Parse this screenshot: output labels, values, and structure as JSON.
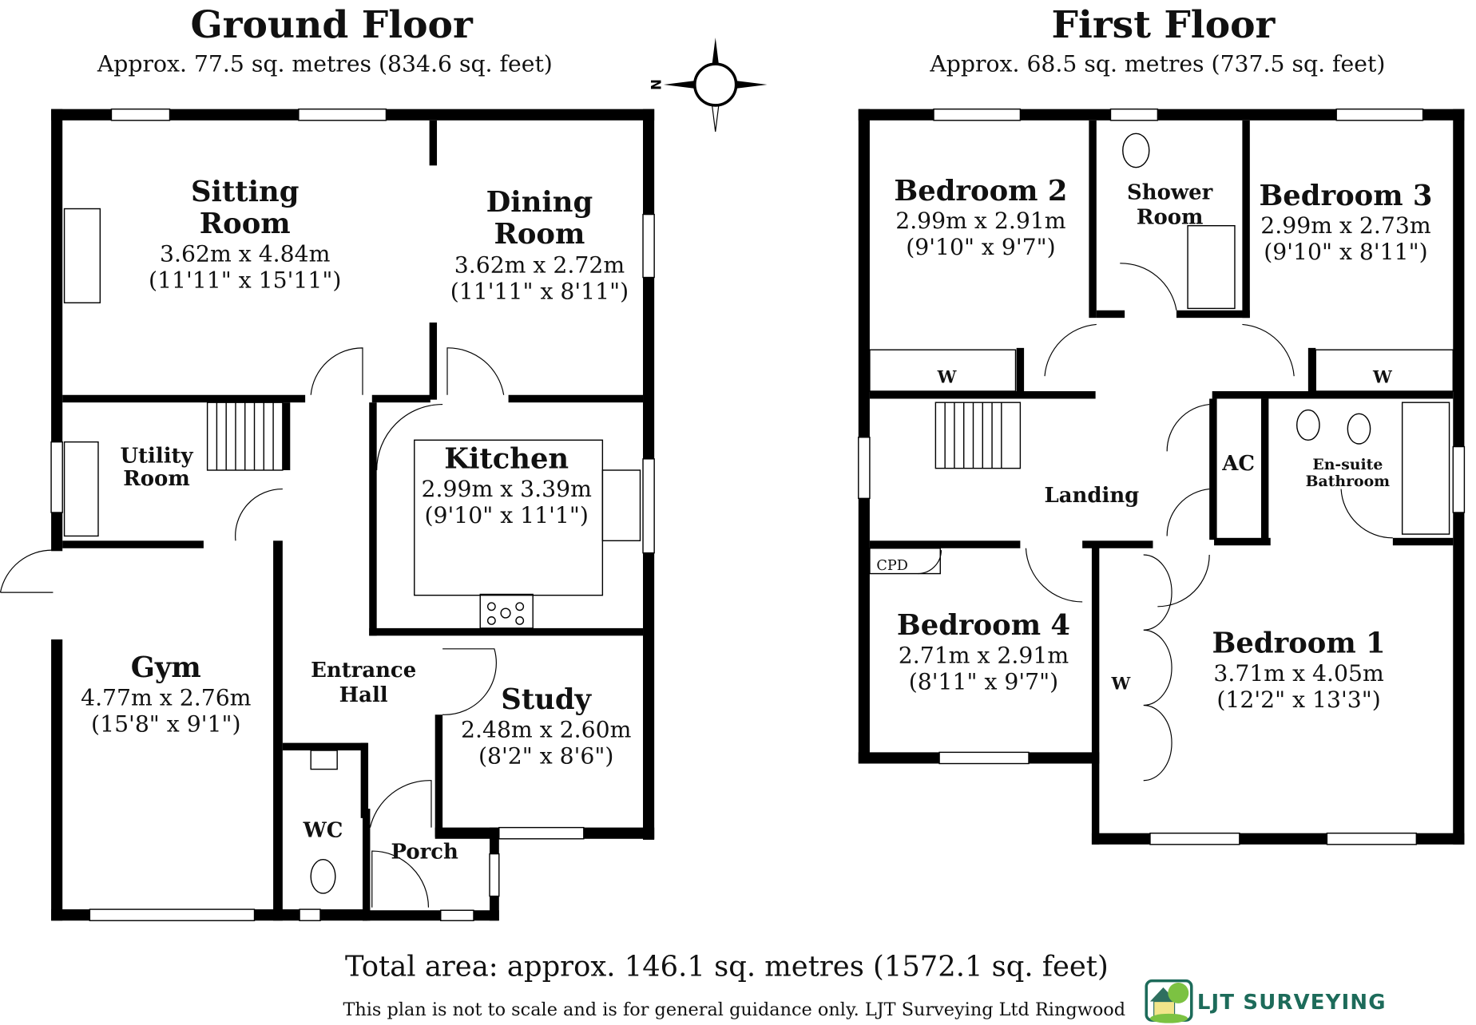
{
  "ground_floor": {
    "title": "Ground Floor",
    "area": "Approx. 77.5 sq. metres (834.6 sq. feet)",
    "rooms": [
      {
        "name": "Sitting",
        "name2": "Room",
        "dims_m": "3.62m x 4.84m",
        "dims_ft": "(11'11\" x 15'11\")"
      },
      {
        "name": "Dining",
        "name2": "Room",
        "dims_m": "3.62m x 2.72m",
        "dims_ft": "(11'11\" x 8'11\")"
      },
      {
        "name": "Kitchen",
        "dims_m": "2.99m x 3.39m",
        "dims_ft": "(9'10\" x 11'1\")"
      },
      {
        "name": "Gym",
        "dims_m": "4.77m x 2.76m",
        "dims_ft": "(15'8\" x 9'1\")"
      },
      {
        "name": "Study",
        "dims_m": "2.48m x 2.60m",
        "dims_ft": "(8'2\" x 8'6\")"
      },
      {
        "name": "Utility",
        "name2": "Room"
      },
      {
        "name": "Entrance",
        "name2": "Hall"
      },
      {
        "name": "WC"
      },
      {
        "name": "Porch"
      }
    ]
  },
  "first_floor": {
    "title": "First Floor",
    "area": "Approx. 68.5 sq. metres (737.5 sq. feet)",
    "rooms": [
      {
        "name": "Bedroom 2",
        "dims_m": "2.99m x 2.91m",
        "dims_ft": "(9'10\" x 9'7\")"
      },
      {
        "name": "Bedroom 3",
        "dims_m": "2.99m x 2.73m",
        "dims_ft": "(9'10\" x 8'11\")"
      },
      {
        "name": "Bedroom 4",
        "dims_m": "2.71m x 2.91m",
        "dims_ft": "(8'11\" x 9'7\")"
      },
      {
        "name": "Bedroom 1",
        "dims_m": "3.71m x 4.05m",
        "dims_ft": "(12'2\" x 13'3\")"
      },
      {
        "name": "Shower",
        "name2": "Room"
      },
      {
        "name": "En-suite",
        "name2": "Bathroom"
      },
      {
        "name": "Landing"
      },
      {
        "name": "AC"
      },
      {
        "name": "CPD"
      }
    ],
    "wardrobe_label": "W"
  },
  "compass": {
    "north_label": "N"
  },
  "footer": {
    "total_area": "Total area: approx. 146.1 sq. metres (1572.1 sq. feet)",
    "disclaimer": "This plan is not to scale and is for general guidance only. LJT Surveying Ltd Ringwood",
    "logo_text": "LJT SURVEYING"
  },
  "colors": {
    "logo_green": "#1d6b5a"
  }
}
